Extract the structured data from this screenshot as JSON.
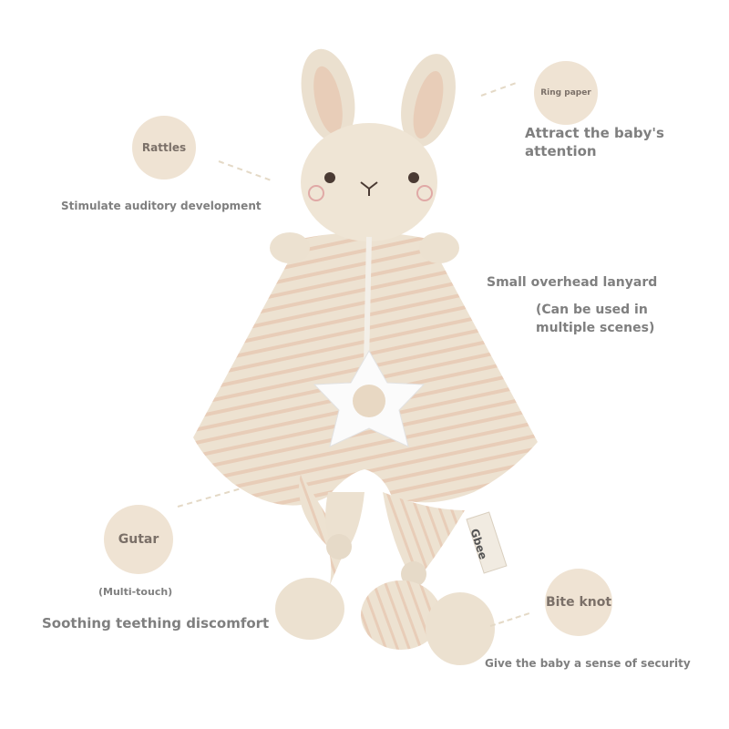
{
  "callouts": {
    "rattles": {
      "label": "Rattles",
      "description": "Stimulate auditory development"
    },
    "ring_paper": {
      "label": "Ring paper",
      "description_line1": "Attract the baby's",
      "description_line2": "attention"
    },
    "lanyard": {
      "title": "Small overhead lanyard",
      "note_line1": "(Can be used in",
      "note_line2": "multiple scenes)"
    },
    "gutar": {
      "label": "Gutar",
      "note": "(Multi-touch)",
      "description": "Soothing teething discomfort"
    },
    "bite_knot": {
      "label": "Bite knot",
      "description": "Give the baby a sense of security"
    }
  },
  "product": {
    "tag_brand": "Gbee"
  },
  "colors": {
    "bubble": "#efe3d3",
    "text": "#7f7f7f",
    "toy_base": "#ece1d0",
    "toy_stripe": "#e6c9b4"
  }
}
